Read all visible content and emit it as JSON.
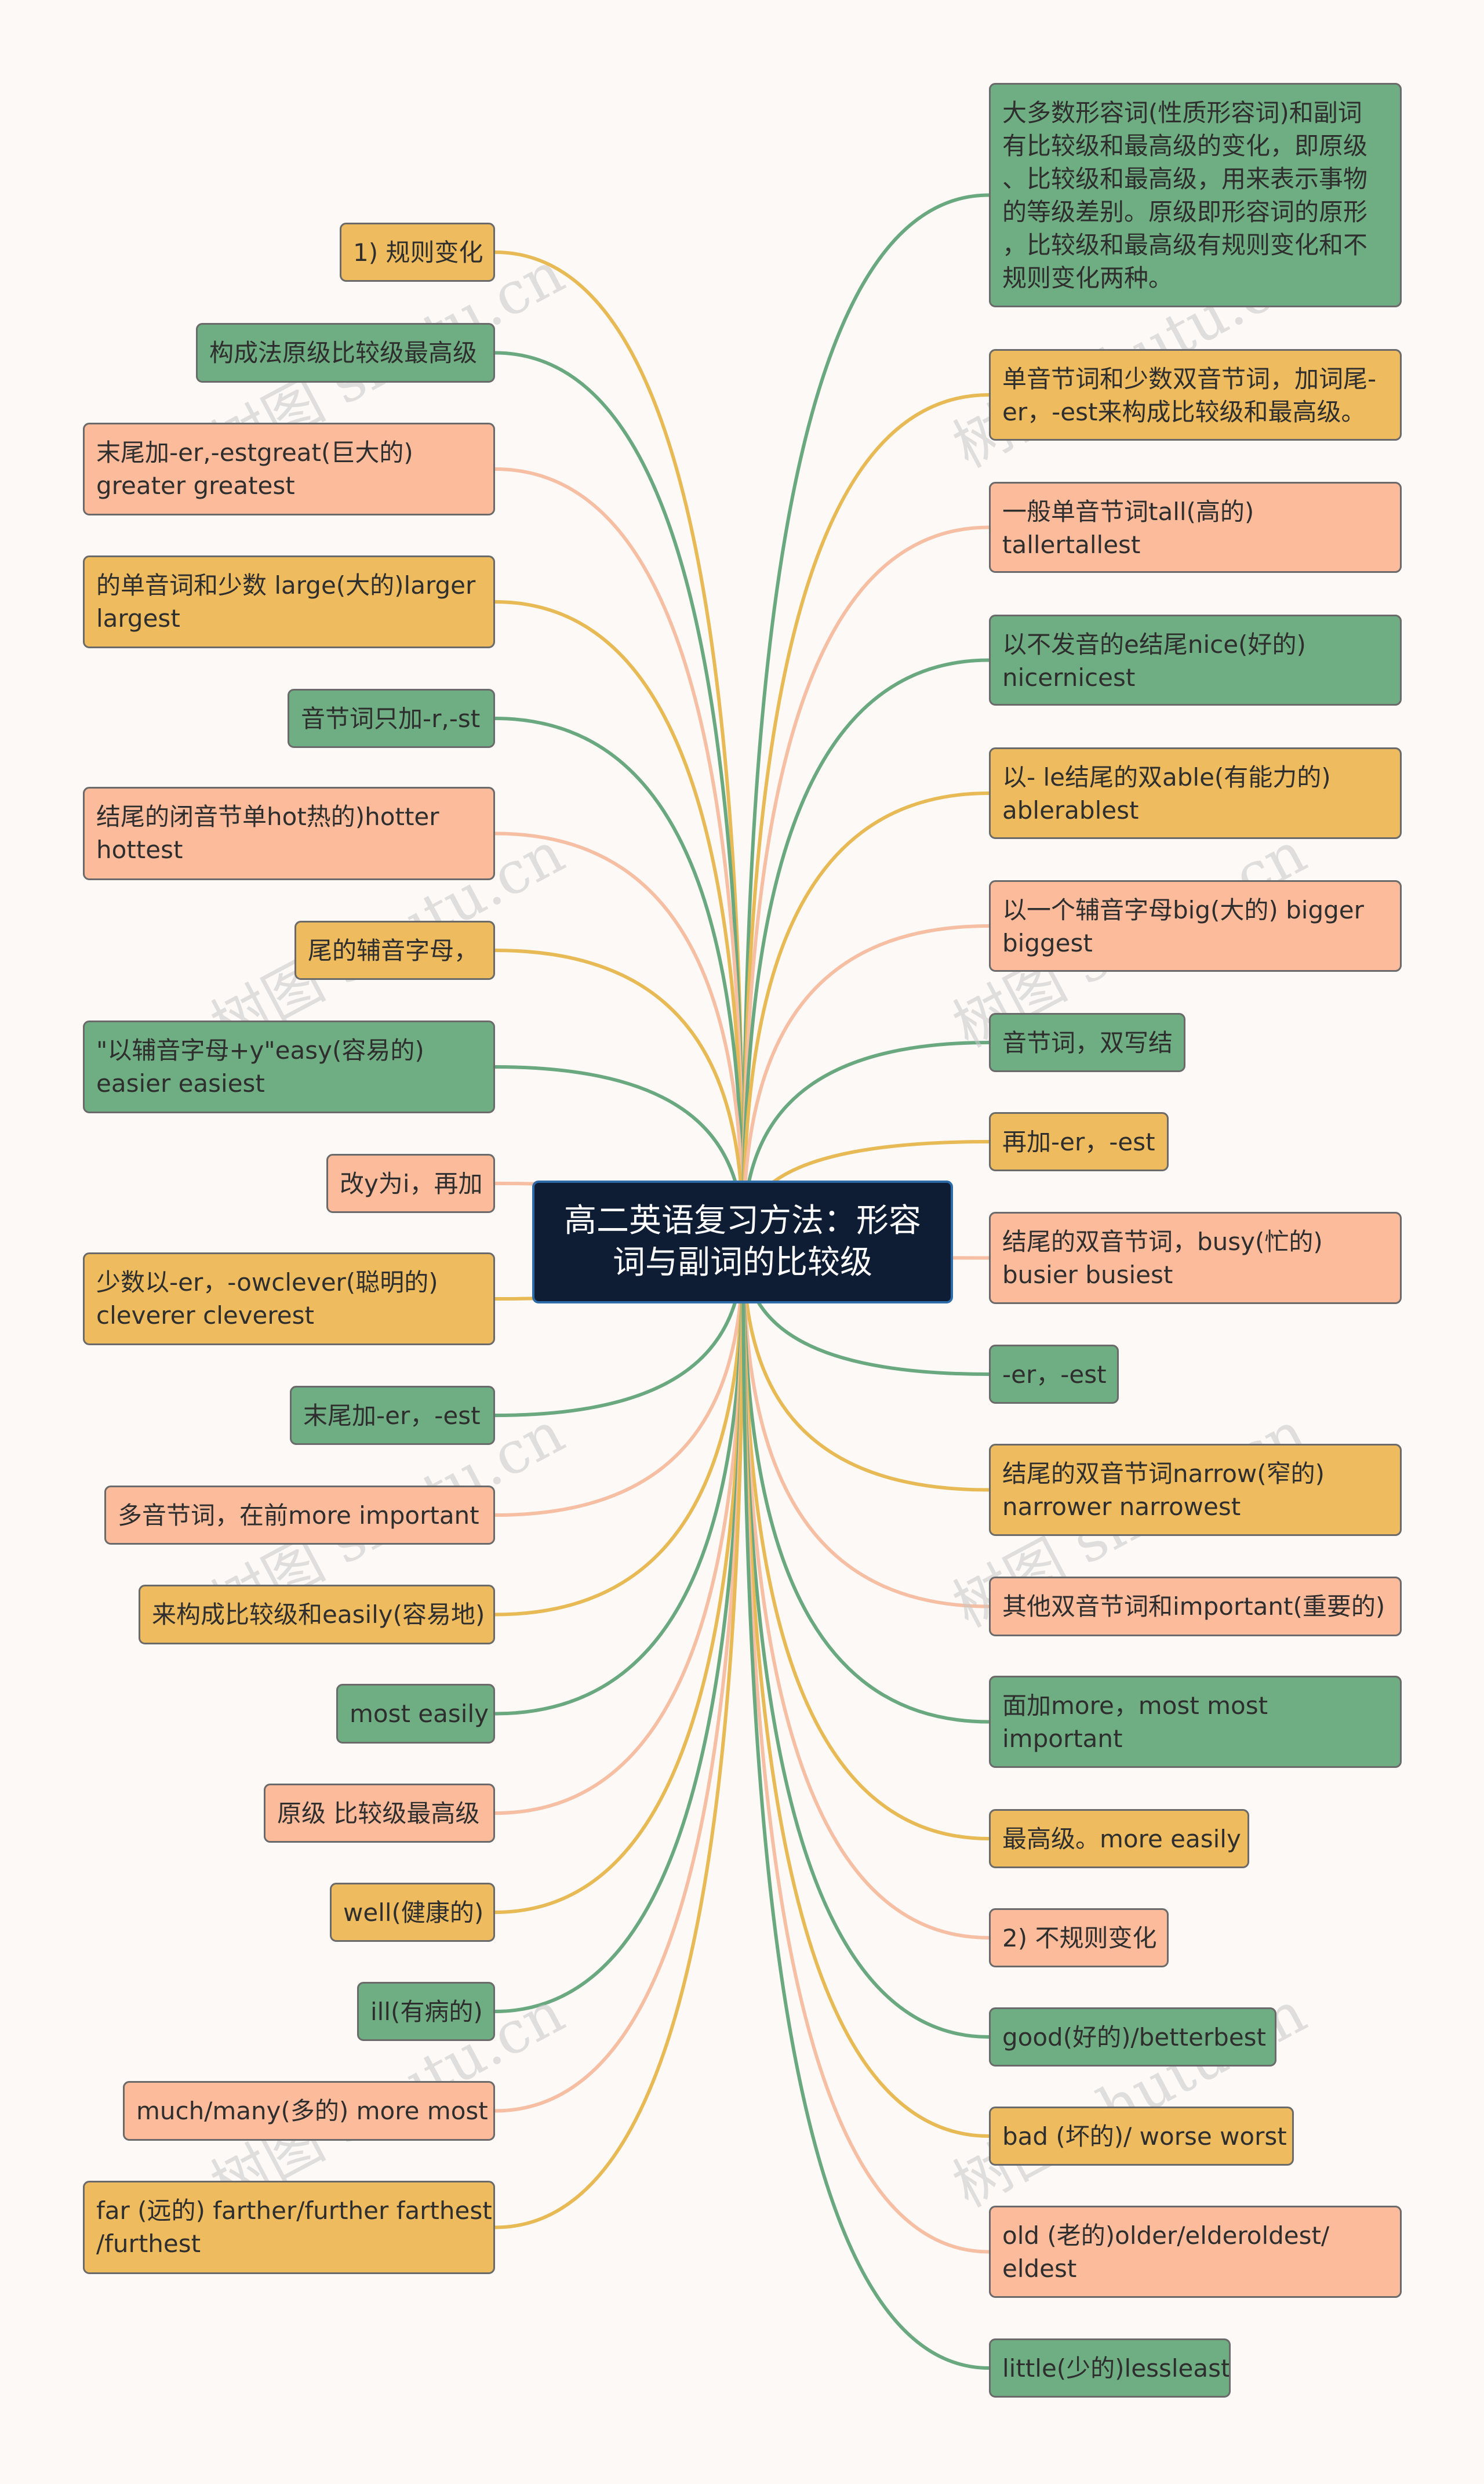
{
  "root": {
    "title_line1": "高二英语复习方法：形容",
    "title_line2": "词与副词的比较级"
  },
  "colors": {
    "green": "#6fae82",
    "yellow": "#eebc5e",
    "salmon": "#fcbb9b",
    "root_bg": "#0e1d34",
    "root_border": "#2d6ba8"
  },
  "watermark": "树图 shutu.cn",
  "left": [
    {
      "lines": [
        "1) 规则变化"
      ],
      "color": "yellow"
    },
    {
      "lines": [
        "构成法原级比较级最高级"
      ],
      "color": "green"
    },
    {
      "lines": [
        "末尾加-er,-estgreat(巨大的)",
        "greater greatest"
      ],
      "color": "salmon"
    },
    {
      "lines": [
        "的单音词和少数 large(大的)larger",
        "largest"
      ],
      "color": "yellow"
    },
    {
      "lines": [
        "音节词只加-r,-st"
      ],
      "color": "green"
    },
    {
      "lines": [
        "结尾的闭音节单hot热的)hotter",
        "hottest"
      ],
      "color": "salmon"
    },
    {
      "lines": [
        "尾的辅音字母，"
      ],
      "color": "yellow"
    },
    {
      "lines": [
        "\"以辅音字母+y\"easy(容易的)",
        "easier easiest"
      ],
      "color": "green"
    },
    {
      "lines": [
        "改y为i，再加"
      ],
      "color": "salmon"
    },
    {
      "lines": [
        "少数以-er，-owclever(聪明的)",
        "cleverer cleverest"
      ],
      "color": "yellow"
    },
    {
      "lines": [
        "末尾加-er，-est"
      ],
      "color": "green"
    },
    {
      "lines": [
        "多音节词，在前more important"
      ],
      "color": "salmon"
    },
    {
      "lines": [
        "来构成比较级和easily(容易地)"
      ],
      "color": "yellow"
    },
    {
      "lines": [
        "most easily"
      ],
      "color": "green"
    },
    {
      "lines": [
        "原级 比较级最高级"
      ],
      "color": "salmon"
    },
    {
      "lines": [
        "well(健康的)"
      ],
      "color": "yellow"
    },
    {
      "lines": [
        "ill(有病的)"
      ],
      "color": "green"
    },
    {
      "lines": [
        "much/many(多的) more most"
      ],
      "color": "salmon"
    },
    {
      "lines": [
        "far (远的) farther/further farthest",
        "/furthest"
      ],
      "color": "yellow"
    }
  ],
  "right": [
    {
      "lines": [
        "大多数形容词(性质形容词)和副词",
        "有比较级和最高级的变化，即原级",
        "、比较级和最高级，用来表示事物",
        "的等级差别。原级即形容词的原形",
        "，比较级和最高级有规则变化和不",
        "规则变化两种。"
      ],
      "color": "green"
    },
    {
      "lines": [
        "单音节词和少数双音节词，加词尾-",
        "er，-est来构成比较级和最高级。"
      ],
      "color": "yellow"
    },
    {
      "lines": [
        "一般单音节词tall(高的)",
        "tallertallest"
      ],
      "color": "salmon"
    },
    {
      "lines": [
        "以不发音的e结尾nice(好的)",
        "nicernicest"
      ],
      "color": "green"
    },
    {
      "lines": [
        "以- le结尾的双able(有能力的)",
        "ablerablest"
      ],
      "color": "yellow"
    },
    {
      "lines": [
        "以一个辅音字母big(大的) bigger",
        "biggest"
      ],
      "color": "salmon"
    },
    {
      "lines": [
        "音节词，双写结"
      ],
      "color": "green"
    },
    {
      "lines": [
        "再加-er，-est"
      ],
      "color": "yellow"
    },
    {
      "lines": [
        "结尾的双音节词，busy(忙的)",
        "busier busiest"
      ],
      "color": "salmon"
    },
    {
      "lines": [
        "-er，-est"
      ],
      "color": "green"
    },
    {
      "lines": [
        "结尾的双音节词narrow(窄的)",
        "narrower narrowest"
      ],
      "color": "yellow"
    },
    {
      "lines": [
        "其他双音节词和important(重要的)"
      ],
      "color": "salmon"
    },
    {
      "lines": [
        "面加more，most most",
        "important"
      ],
      "color": "green"
    },
    {
      "lines": [
        "最高级。more easily"
      ],
      "color": "yellow"
    },
    {
      "lines": [
        "2) 不规则变化"
      ],
      "color": "salmon"
    },
    {
      "lines": [
        "good(好的)/betterbest"
      ],
      "color": "green"
    },
    {
      "lines": [
        "bad (坏的)/ worse worst"
      ],
      "color": "yellow"
    },
    {
      "lines": [
        "old (老的)older/elderoldest/",
        "eldest"
      ],
      "color": "salmon"
    },
    {
      "lines": [
        "little(少的)lessleast"
      ],
      "color": "green"
    }
  ]
}
